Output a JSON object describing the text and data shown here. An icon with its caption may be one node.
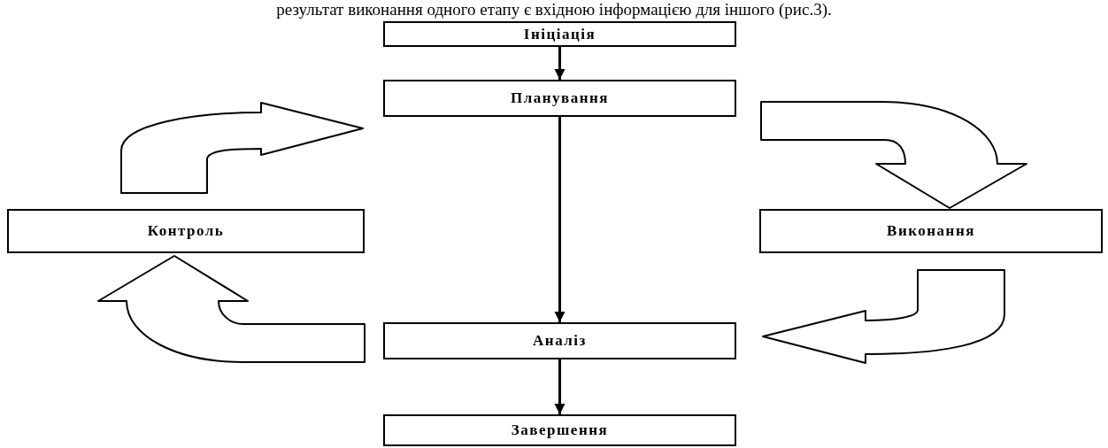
{
  "diagram": {
    "nodes": [
      {
        "text": [
          "Ініціація"
        ]
      },
      {
        "text": [
          "Планування"
        ]
      },
      {
        "text": [
          "Контроль"
        ]
      },
      {
        "text": [
          "Виконання"
        ]
      },
      {
        "text": [
          "Аналіз"
        ]
      },
      {
        "text": [
          "Завершення"
        ]
      }
    ],
    "edges": [
      {
        "from": 0,
        "to": 1,
        "arrow": "to"
      },
      {
        "from": 1,
        "to": 4,
        "arrow": "to"
      },
      {
        "from": 4,
        "to": 5,
        "arrow": "to"
      },
      {
        "from": 1,
        "to": 3,
        "arrow": "to",
        "style": "thick"
      },
      {
        "from": 3,
        "to": 4,
        "arrow": "to",
        "style": "thick"
      },
      {
        "from": 4,
        "to": 2,
        "arrow": "to",
        "style": "thick"
      },
      {
        "from": 2,
        "to": 1,
        "arrow": "to",
        "style": "thick"
      }
    ],
    "labels": [
      "результат виконання одного етапу є вхідною інформацією для іншого (рис.3)."
    ]
  }
}
